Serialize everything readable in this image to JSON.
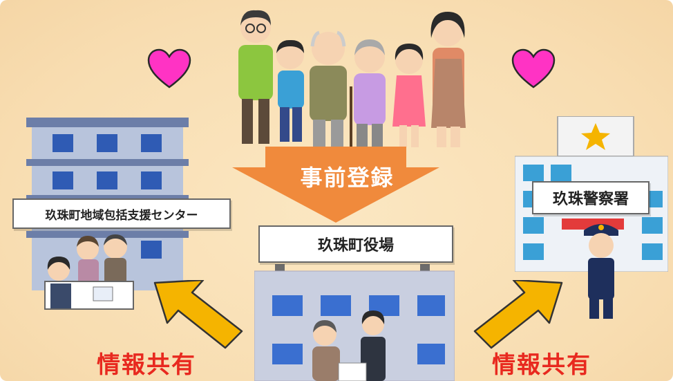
{
  "labels": {
    "center_top": "事前登録",
    "left_building": "玖珠町地域包括支援センター",
    "center_building": "玖珠町役場",
    "right_building": "玖珠警察署",
    "share_left": "情報共有",
    "share_right": "情報共有"
  },
  "icons": {
    "heart_left": "heart-icon",
    "heart_right": "heart-icon",
    "arrow_down": "arrow-down-icon",
    "arrow_left_up": "arrow-up-left-icon",
    "arrow_right_up": "arrow-up-right-icon"
  },
  "colors": {
    "background": "#f8ddb1",
    "heart": "#ff33c4",
    "arrow_orange": "#f08a3c",
    "arrow_yellow": "#f5b400",
    "share_text": "#e8291f",
    "building_blue": "#5b7fc6"
  }
}
